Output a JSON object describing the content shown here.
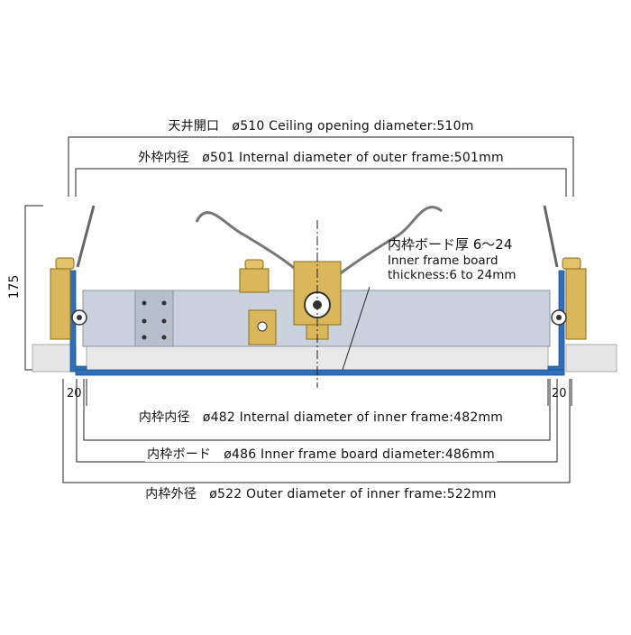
{
  "dimensions": {
    "ceiling_opening": "天井開口　ø510 Ceiling opening diameter:510m",
    "outer_frame_internal": "外枠内径　ø501 Internal diameter of outer frame:501mm",
    "inner_frame_internal": "内枠内径　ø482 Internal diameter of inner frame:482mm",
    "inner_frame_board": "内枠ボード　ø486 Inner frame board diameter:486mm",
    "inner_frame_outer": "内枠外径　ø522 Outer diameter of inner frame:522mm",
    "height": "175",
    "left_offset": "20",
    "right_offset": "20"
  },
  "note": {
    "line1": "内枠ボード厚 6～24",
    "line2": "Inner frame board",
    "line3": "thickness:6 to 24mm"
  },
  "colors": {
    "frame_blue": "#2f6fb8",
    "panel_gray": "#c9d1dc",
    "brass": "#d9b75a",
    "board_gray": "#e6e6e6",
    "line": "#222222"
  }
}
